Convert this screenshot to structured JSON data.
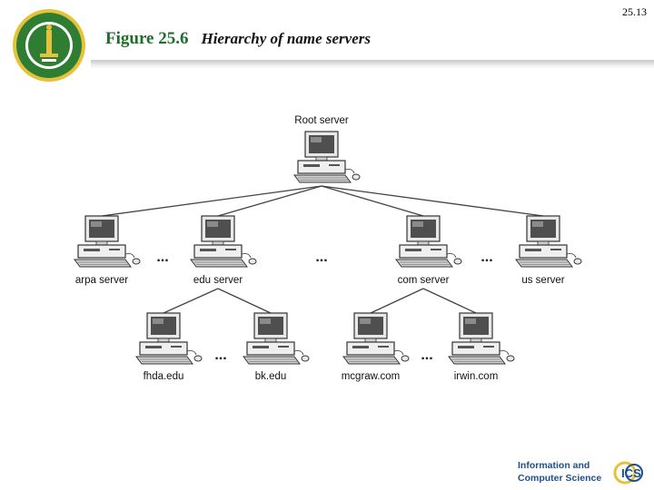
{
  "slide_number": "25.13",
  "title": {
    "figure_label": "Figure 25.6",
    "caption": "Hierarchy of name servers"
  },
  "logo": {
    "emblem": "university-seal"
  },
  "diagram": {
    "root": {
      "label": "Root server"
    },
    "level1": [
      {
        "id": "arpa",
        "label": "arpa server"
      },
      {
        "id": "edu",
        "label": "edu server"
      },
      {
        "id": "com",
        "label": "com server"
      },
      {
        "id": "us",
        "label": "us server"
      }
    ],
    "level2": [
      {
        "id": "fhda",
        "label": "fhda.edu",
        "parent": "edu"
      },
      {
        "id": "bk",
        "label": "bk.edu",
        "parent": "edu"
      },
      {
        "id": "mcgraw",
        "label": "mcgraw.com",
        "parent": "com"
      },
      {
        "id": "irwin",
        "label": "irwin.com",
        "parent": "com"
      }
    ],
    "ellipsis": "..."
  },
  "branding": {
    "line1": "Information and",
    "line2": "Computer Science",
    "badge": "ICS"
  },
  "colors": {
    "title_green": "#1f6d2b",
    "logo_green": "#2e7d32",
    "logo_gold": "#e5c23a",
    "brand_blue": "#1f4f8a"
  }
}
